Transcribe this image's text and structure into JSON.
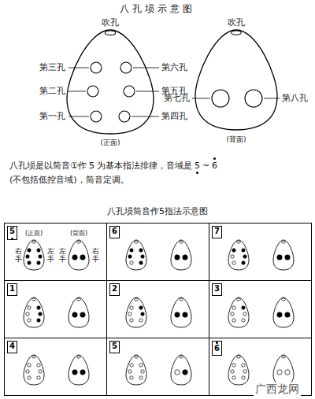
{
  "diagram": {
    "title": "八孔埙示意图",
    "nodes": [
      {
        "text": [
          "5"
        ]
      },
      {
        "text": [
          "6"
        ]
      },
      {
        "text": [
          "7"
        ]
      },
      {
        "text": [
          "1"
        ]
      },
      {
        "text": [
          "2"
        ]
      },
      {
        "text": [
          "3"
        ]
      },
      {
        "text": [
          "4"
        ]
      },
      {
        "text": [
          "5"
        ]
      },
      {
        "text": [
          "6"
        ]
      }
    ],
    "labels": [
      "吹孔",
      "第三孔",
      "第二孔",
      "第一孔",
      "第六孔",
      "第五孔",
      "第四孔",
      "(正面)",
      "吹孔",
      "第七孔",
      "第八孔",
      "(背面)",
      "八孔埙是以筒音①作",
      "5",
      "为基本指法排律，音域是",
      "5",
      "~",
      "6",
      "(不包括低控音域)，筒音定调。",
      "八孔埙筒音作5指法示意图",
      "(正面)",
      "(背面)",
      "右手",
      "左手",
      "左手",
      "右手",
      "广西龙网"
    ]
  }
}
